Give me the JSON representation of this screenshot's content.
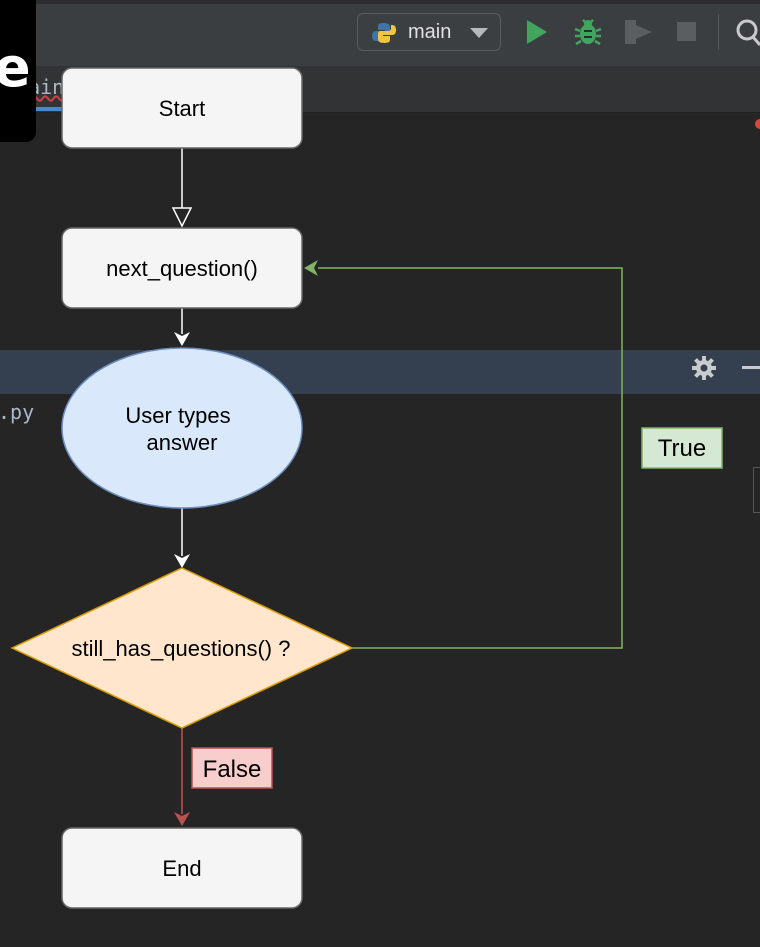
{
  "ide": {
    "tab_label": "brain.",
    "badge_glyph": "e",
    "run_config": "main",
    "file_suffix": ".py"
  },
  "icons": [
    "python-icon",
    "chevron-down-icon",
    "run-icon",
    "debug-icon",
    "coverage-icon",
    "stop-icon",
    "search-icon",
    "gear-icon",
    "minimize-icon"
  ],
  "colors": {
    "node_gray_fill": "#f5f5f5",
    "ellipse_fill": "#dae8fc",
    "ellipse_stroke": "#6c8ebf",
    "diamond_fill": "#ffe6cc",
    "diamond_stroke": "#d79b00",
    "true_fill": "#d5e8d4",
    "true_stroke": "#82b366",
    "false_fill": "#f8cecc",
    "false_stroke": "#b85450",
    "run_green": "#41a55d"
  },
  "flowchart": {
    "start": "Start",
    "next_question": "next_question()",
    "user_types_line1": "User types",
    "user_types_line2": "answer",
    "decision": "still_has_questions() ?",
    "true_label": "True",
    "false_label": "False",
    "end": "End"
  }
}
